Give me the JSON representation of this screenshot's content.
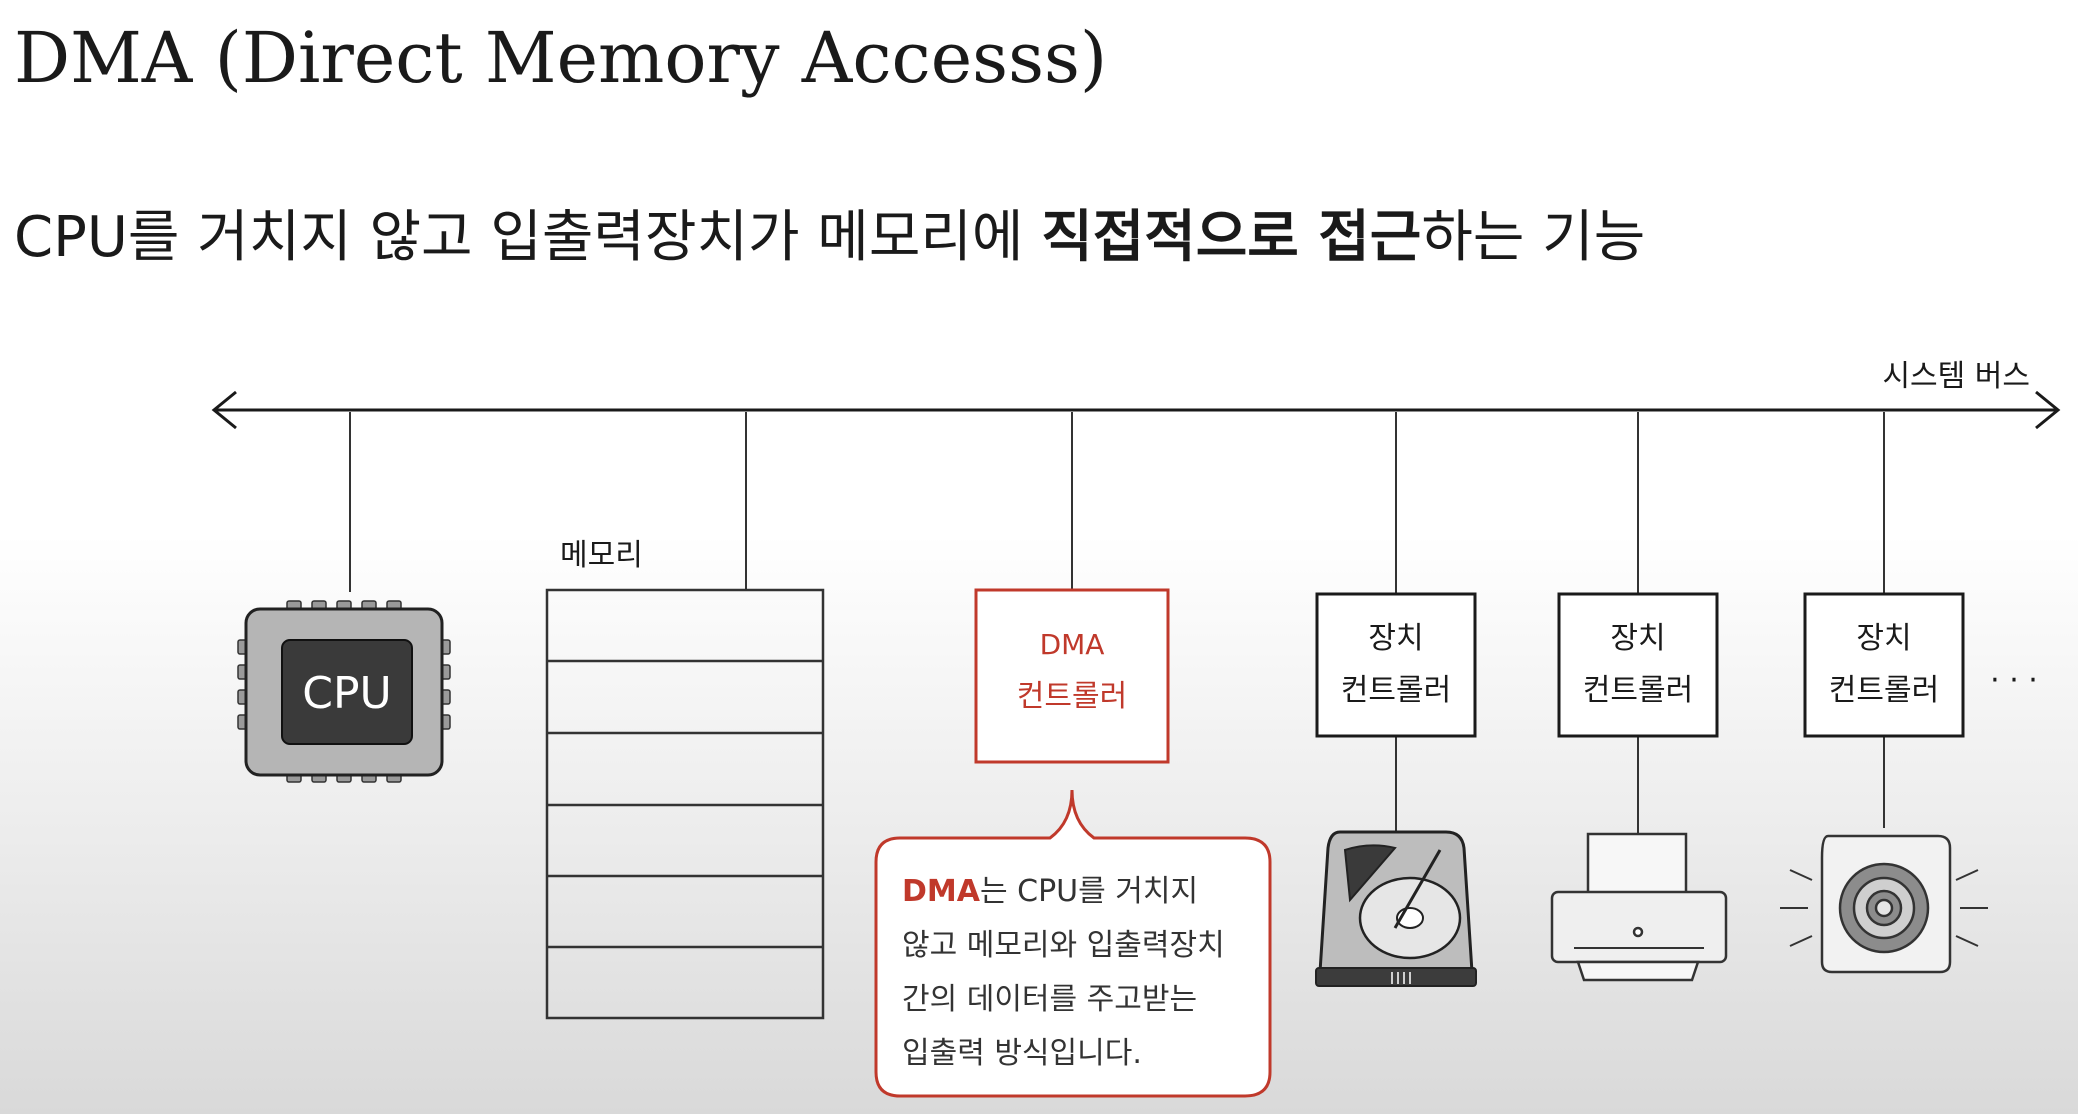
{
  "title": "DMA (Direct Memory Accesss)",
  "subtitle": {
    "part1": "CPU를 거치지 않고 입출력장치가 메모리에 ",
    "bold": "직접적으로 접근",
    "part2": "하는 기능"
  },
  "bus_label": "시스템 버스",
  "cpu_label": "CPU",
  "memory_label": "메모리",
  "dma_controller": {
    "line1": "DMA",
    "line2": "컨트롤러"
  },
  "device_controllers": [
    {
      "line1": "장치",
      "line2": "컨트롤러"
    },
    {
      "line1": "장치",
      "line2": "컨트롤러"
    },
    {
      "line1": "장치",
      "line2": "컨트롤러"
    }
  ],
  "ellipsis": "· · ·",
  "devices": [
    "hard-disk-icon",
    "printer-icon",
    "speaker-icon"
  ],
  "bubble": {
    "highlight": "DMA",
    "line1_rest": "는 CPU를 거치지",
    "line2": "않고 메모리와 입출력장치",
    "line3": "간의 데이터를 주고받는",
    "line4": "입출력 방식입니다."
  },
  "colors": {
    "accent": "#c0392b",
    "ink": "#1a1a1a",
    "cpu_body": "#b5b5b5",
    "cpu_core": "#3a3a3a"
  }
}
